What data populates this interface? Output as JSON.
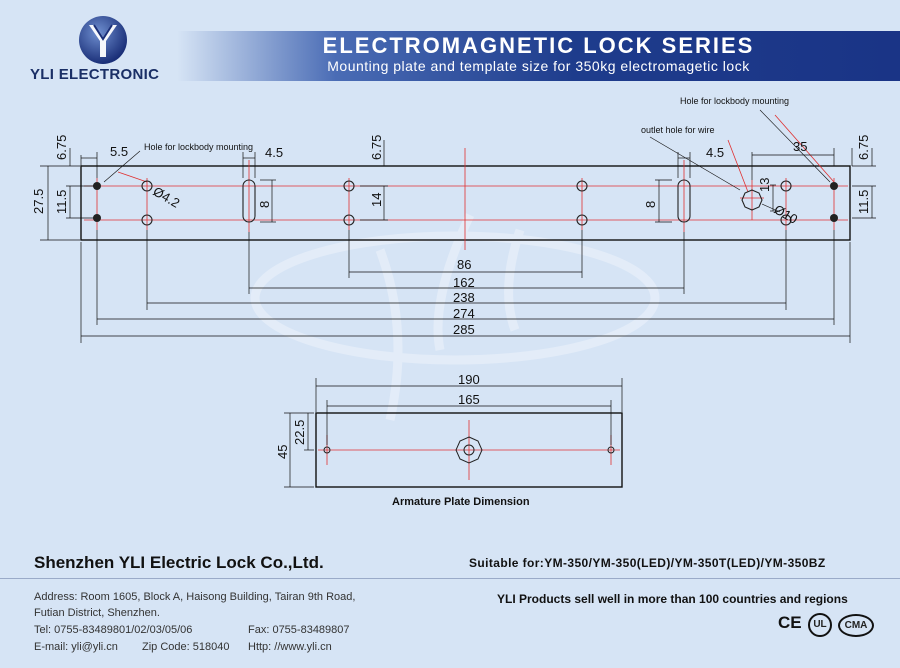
{
  "brand": {
    "name": "YLI ELECTRONIC"
  },
  "banner": {
    "title": "ELECTROMAGNETIC LOCK SERIES",
    "subtitle": "Mounting plate and template size for 350kg electromagetic lock"
  },
  "drawing": {
    "notes": {
      "hole_left": "Hole for lockbody mounting",
      "hole_right": "Hole for lockbody mounting",
      "outlet": "outlet hole for wire"
    },
    "dims": {
      "d_675_left": "6.75",
      "d_55": "5.5",
      "d_45_left": "4.5",
      "d_675_mid": "6.75",
      "d_45_right": "4.5",
      "d_35": "35",
      "d_675_right": "6.75",
      "d_275": "27.5",
      "d_115_left": "11.5",
      "d_phi42": "Ø4.2",
      "d_8_left": "8",
      "d_14": "14",
      "d_8_right": "8",
      "d_13": "13",
      "d_phi10": "Ø10",
      "d_115_right": "11.5",
      "d_86": "86",
      "d_162": "162",
      "d_238": "238",
      "d_274": "274",
      "d_285": "285",
      "d_190": "190",
      "d_165": "165",
      "d_225": "22.5",
      "d_45": "45"
    },
    "armature_caption": "Armature Plate Dimension"
  },
  "footer": {
    "company": "Shenzhen YLI Electric Lock Co.,Ltd.",
    "suitable": "Suitable for:YM-350/YM-350(LED)/YM-350T(LED)/YM-350BZ",
    "address1": "Address: Room 1605, Block A, Haisong Building, Tairan 9th Road,",
    "address2": "Futian District, Shenzhen.",
    "tel": "Tel: 0755-83489801/02/03/05/06",
    "fax": "Fax: 0755-83489807",
    "email": "E-mail: yli@yli.cn",
    "zip": "Zip Code: 518040",
    "http": "Http: //www.yli.cn",
    "slogan": "YLI Products sell well in more than 100 countries and regions",
    "cert_ce": "CE",
    "cert_ul": "UL",
    "cert_cma": "CMA"
  }
}
